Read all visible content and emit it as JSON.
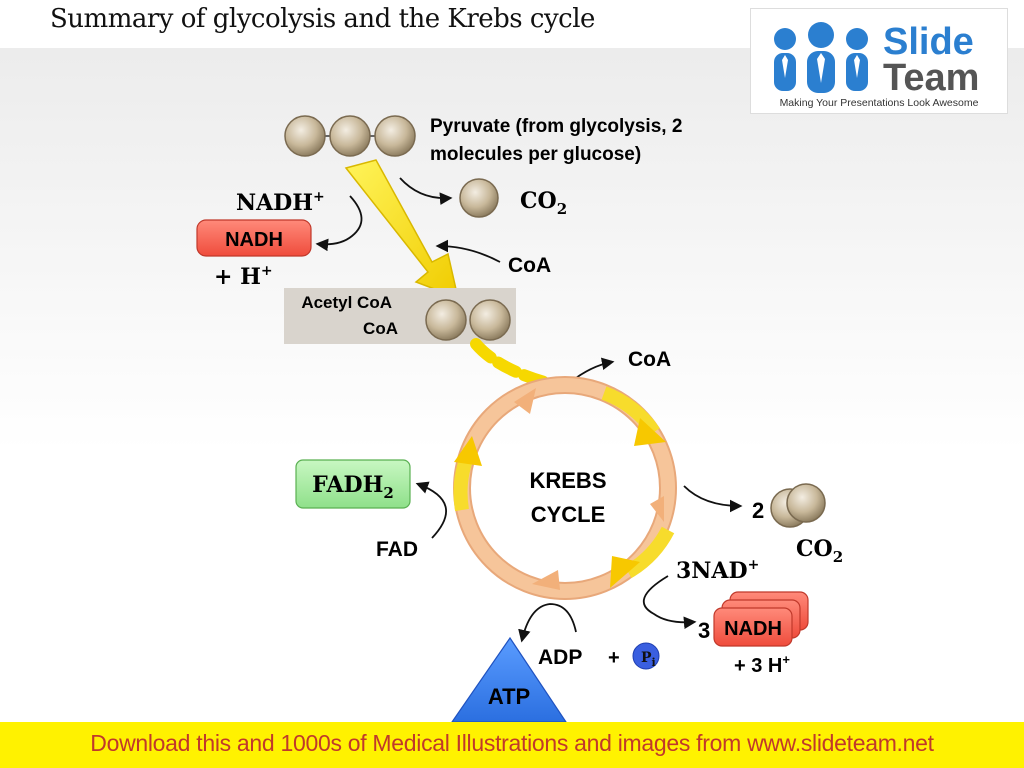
{
  "slide": {
    "title": "Summary of glycolysis and the Krebs cycle",
    "footer": "Download this and 1000s of Medical Illustrations and images from www.slideteam.net"
  },
  "logo": {
    "word1": "Slide",
    "word2": "Team",
    "tagline": "Making Your Presentations Look Awesome"
  },
  "diagram": {
    "pyruvate_line1": "Pyruvate (from glycolysis, 2",
    "pyruvate_line2": "molecules per glucose)",
    "nadh_plus_top": "NADH",
    "nadh_plus_sup": "+",
    "nadh_box_left": "NADH",
    "h_plus_left": "+ H",
    "h_plus_left_sup": "+",
    "co2_top": "CO",
    "co2_top_sub": "2",
    "coa_in": "CoA",
    "acetyl_coa_line1": "Acetyl CoA",
    "acetyl_coa_line2": "CoA",
    "coa_out": "CoA",
    "krebs_line1": "KREBS",
    "krebs_line2": "CYCLE",
    "fadh2_box": "FADH",
    "fadh2_box_sub": "2",
    "fad": "FAD",
    "co2_count": "2",
    "co2_right": "CO",
    "co2_right_sub": "2",
    "nad_3": "3NAD",
    "nad_3_sup": "+",
    "nadh_count": "3",
    "nadh_box_right": "NADH",
    "h_3": "+ 3 H",
    "h_3_sup": "+",
    "adp": "ADP",
    "plus": "+",
    "pi": "P",
    "pi_sub": "i",
    "atp": "ATP"
  },
  "colors": {
    "ball": "#c8b89a",
    "nadh_box": "#f26a5a",
    "fadh2_box": "#9ee89a",
    "atp_triangle": "#3a7fe0",
    "arrow_yellow": "#f6e000",
    "footer_bg": "#fff200",
    "footer_text": "#c0392b"
  }
}
